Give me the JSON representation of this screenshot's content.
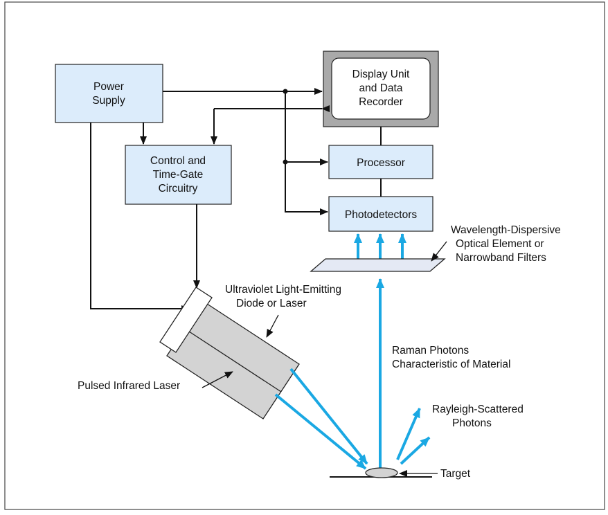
{
  "colors": {
    "box_fill": "#dcecfb",
    "box_stroke": "#222222",
    "photon_blue": "#1aa8e3",
    "device_fill": "#d3d3d3",
    "frame_gray": "#a9a9a9",
    "filter_fill": "#e4e9f4"
  },
  "blocks": {
    "power_supply": [
      "Power",
      "Supply"
    ],
    "control": [
      "Control and",
      "Time-Gate",
      "Circuitry"
    ],
    "display": [
      "Display Unit",
      "and Data",
      "Recorder"
    ],
    "processor": "Processor",
    "photodetectors": "Photodetectors"
  },
  "labels": {
    "dispersive": [
      "Wavelength-Dispersive",
      "Optical Element or",
      "Narrowband Filters"
    ],
    "uv_source": [
      "Ultraviolet Light-Emitting",
      "Diode or Laser"
    ],
    "ir_laser": "Pulsed Infrared Laser",
    "raman": [
      "Raman Photons",
      "Characteristic of Material"
    ],
    "rayleigh": [
      "Rayleigh-Scattered",
      "Photons"
    ],
    "target": "Target"
  }
}
